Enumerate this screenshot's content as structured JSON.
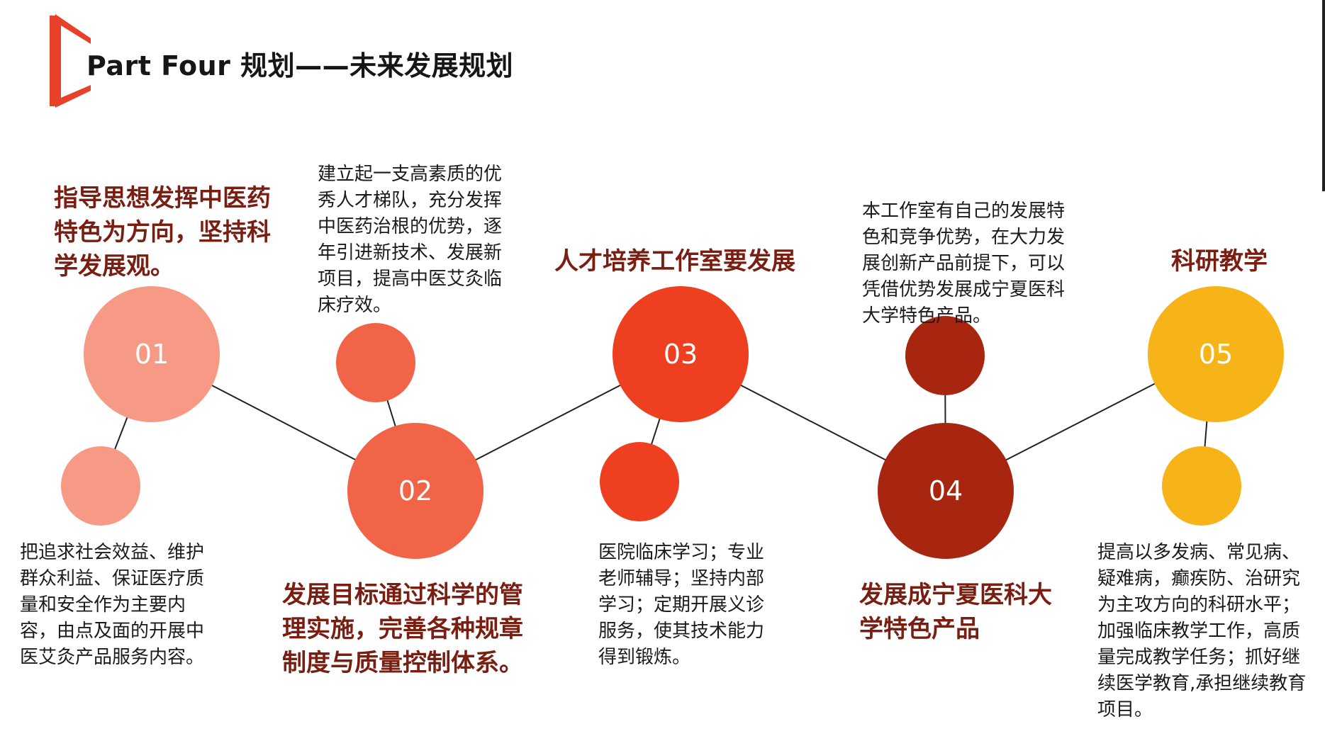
{
  "title": "Part Four 规划——未来发展规划",
  "colors": {
    "accent": "#E8412A",
    "heading": "#7A1E12",
    "c01": "#F79A85",
    "c02": "#F26447",
    "c03": "#EE3F20",
    "c04": "#A8260F",
    "c05": "#F6B418"
  },
  "nodes": [
    {
      "num": "01",
      "heading": "指导思想发挥中医药特色为方向，坚持科学发展观。",
      "desc": "把追求社会效益、维护群众利益、保证医疗质量和安全作为主要内容，由点及面的开展中医艾灸产品服务内容。"
    },
    {
      "num": "02",
      "heading": "发展目标通过科学的管理实施，完善各种规章制度与质量控制体系。",
      "desc": "建立起一支高素质的优秀人才梯队，充分发挥中医药治根的优势，逐年引进新技术、发展新项目，提高中医艾灸临床疗效。"
    },
    {
      "num": "03",
      "heading": "人才培养工作室要发展",
      "desc": "医院临床学习；专业老师辅导；坚持内部学习；定期开展义诊服务，使其技术能力得到锻炼。"
    },
    {
      "num": "04",
      "heading": "发展成宁夏医科大学特色产品",
      "desc": "本工作室有自己的发展特色和竞争优势，在大力发展创新产品前提下，可以凭借优势发展成宁夏医科大学特色产品。"
    },
    {
      "num": "05",
      "heading": "科研教学",
      "desc": "提高以多发病、常见病、疑难病，癫疾防、治研究为主攻方向的科研水平；加强临床教学工作，高质量完成教学任务；抓好继续医学教育,承担继续教育项目。"
    }
  ]
}
